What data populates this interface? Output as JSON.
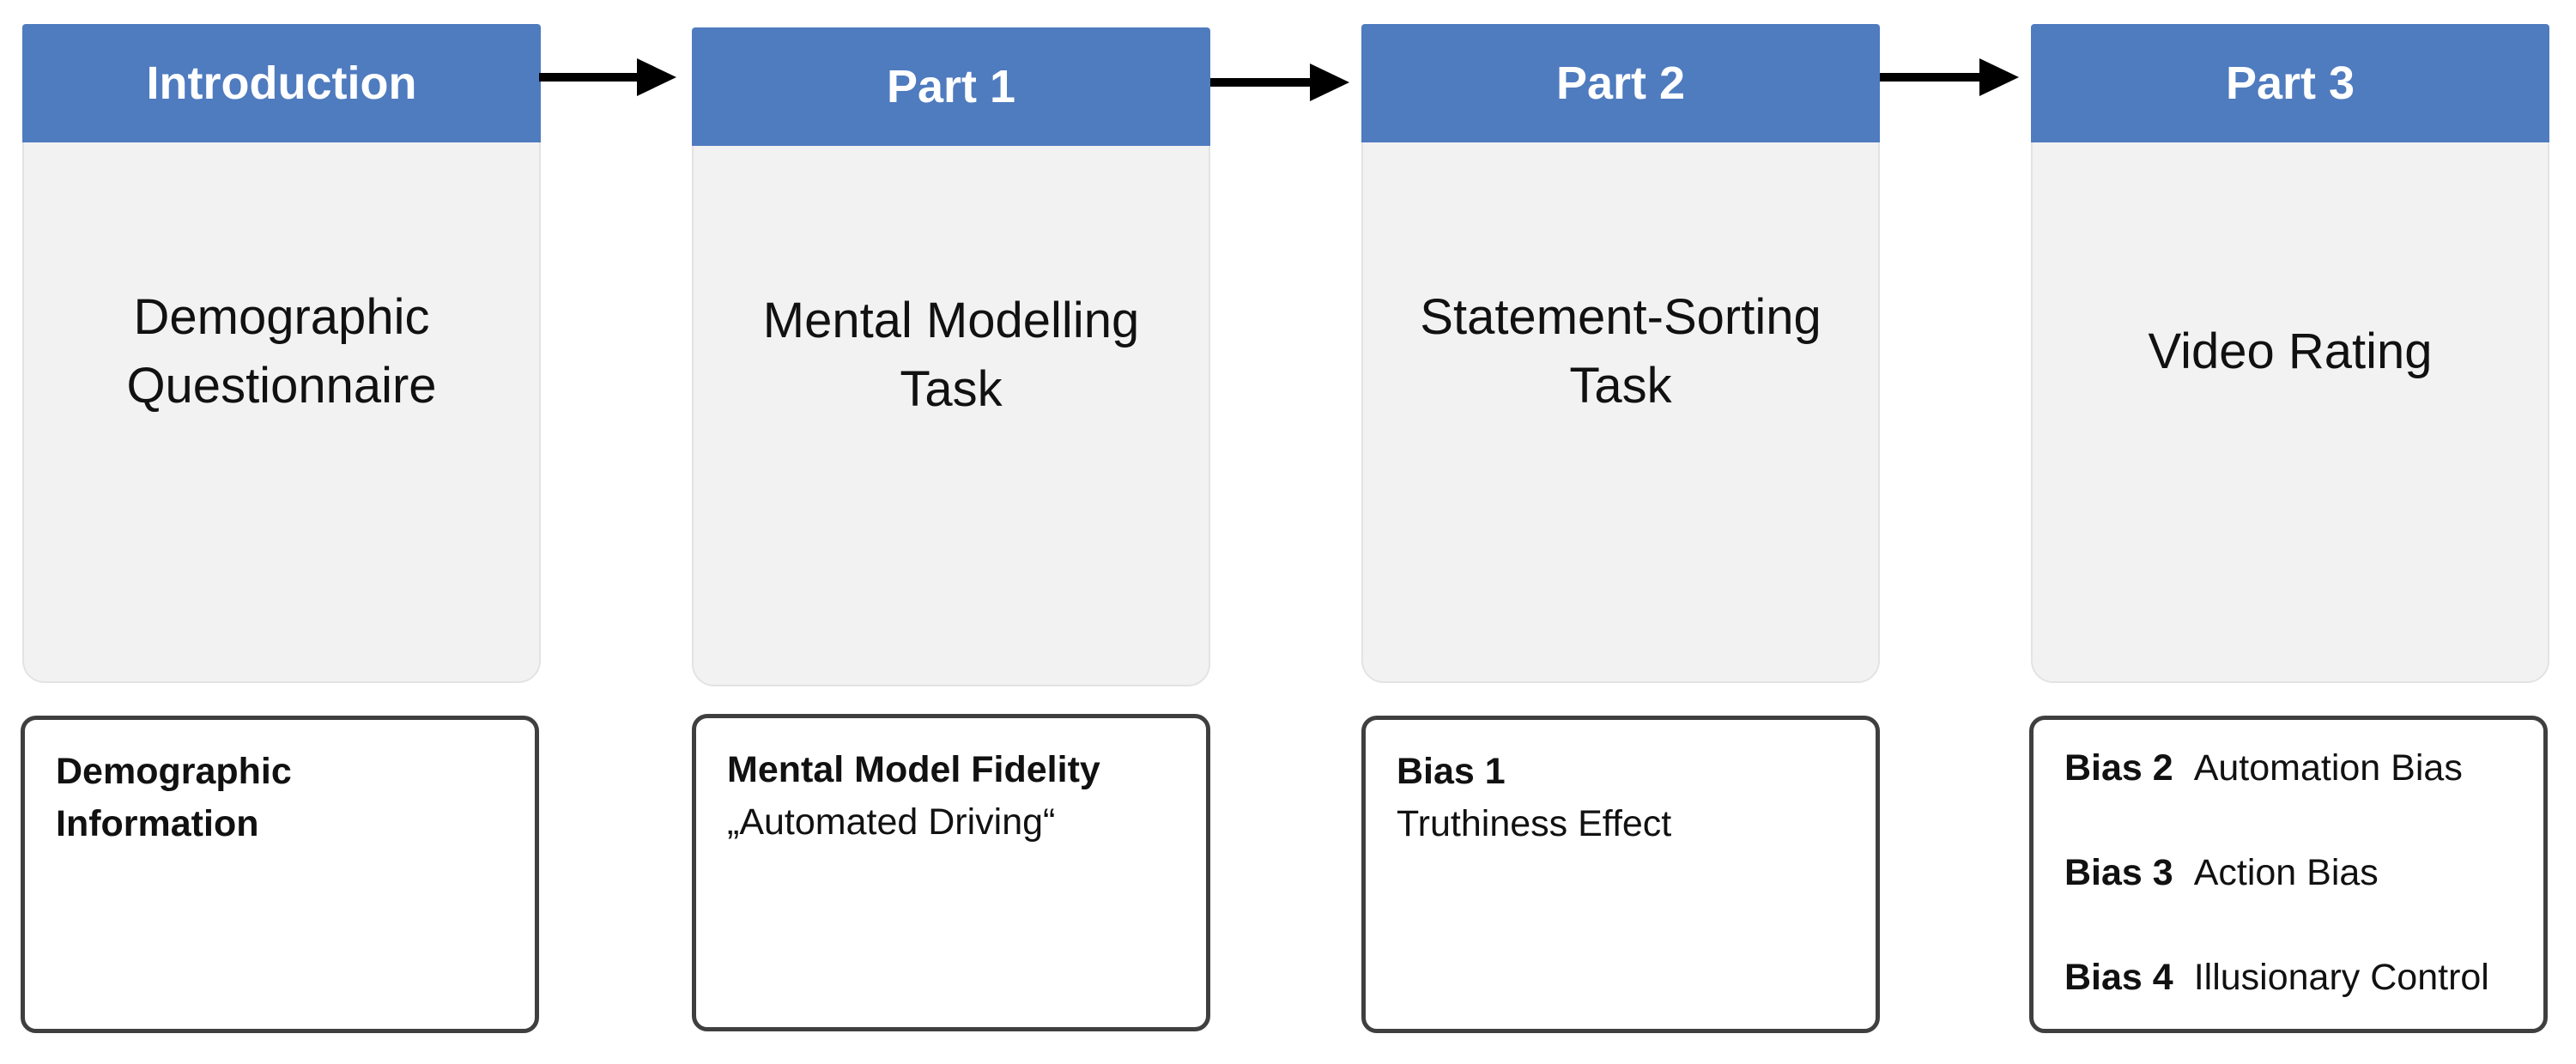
{
  "stages": [
    {
      "header": "Introduction",
      "body_lines": [
        "Demographic",
        "Questionnaire"
      ],
      "result_lines_bold": [
        "Demographic",
        "Information"
      ]
    },
    {
      "header": "Part 1",
      "body_lines": [
        "Mental Modelling",
        "Task"
      ],
      "result_title": "Mental Model Fidelity",
      "result_subtitle": "„Automated Driving“"
    },
    {
      "header": "Part 2",
      "body_lines": [
        "Statement-Sorting",
        "Task"
      ],
      "result_title": "Bias 1",
      "result_subtitle": "Truthiness Effect"
    },
    {
      "header": "Part 3",
      "body_lines": [
        "Video Rating"
      ],
      "biases": [
        {
          "label": "Bias 2",
          "name": "Automation Bias"
        },
        {
          "label": "Bias 3",
          "name": "Action Bias"
        },
        {
          "label": "Bias 4",
          "name": "Illusionary Control"
        }
      ]
    }
  ],
  "colors": {
    "header_fill": "#4f7bbf",
    "card_fill": "#f2f2f2",
    "box_border": "#3f3f3f",
    "arrow": "#000000"
  }
}
